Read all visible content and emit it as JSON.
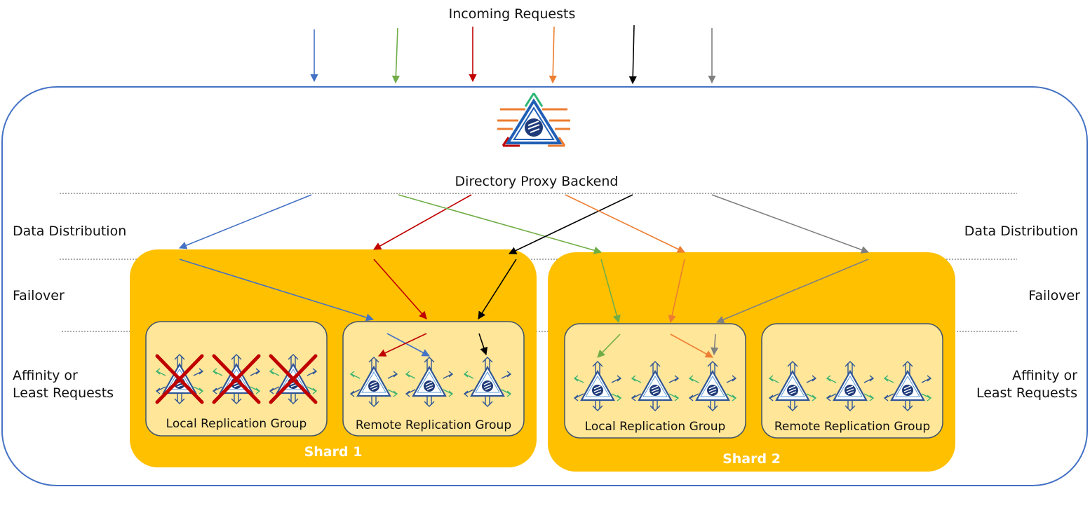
{
  "top": {
    "incoming_label": "Incoming Requests"
  },
  "proxy": {
    "label": "Directory Proxy Backend"
  },
  "layers": {
    "data_distribution": "Data Distribution",
    "failover": "Failover",
    "affinity_line1": "Affinity or",
    "affinity_line2": "Least Requests"
  },
  "shards": [
    {
      "label": "Shard 1",
      "groups": [
        {
          "label": "Local Replication Group",
          "failed": true
        },
        {
          "label": "Remote Replication Group",
          "failed": false
        }
      ]
    },
    {
      "label": "Shard 2",
      "groups": [
        {
          "label": "Local Replication Group",
          "failed": false
        },
        {
          "label": "Remote Replication Group",
          "failed": false
        }
      ]
    }
  ],
  "request_colors": [
    "#4472c4",
    "#70ad47",
    "#c00000",
    "#ed7d31",
    "#000000",
    "#808080"
  ],
  "colors": {
    "outer_border": "#4472c4",
    "shard_fill": "#ffc000",
    "group_fill": "#ffe699",
    "group_border": "#44546a",
    "failure_cross": "#c00000"
  }
}
